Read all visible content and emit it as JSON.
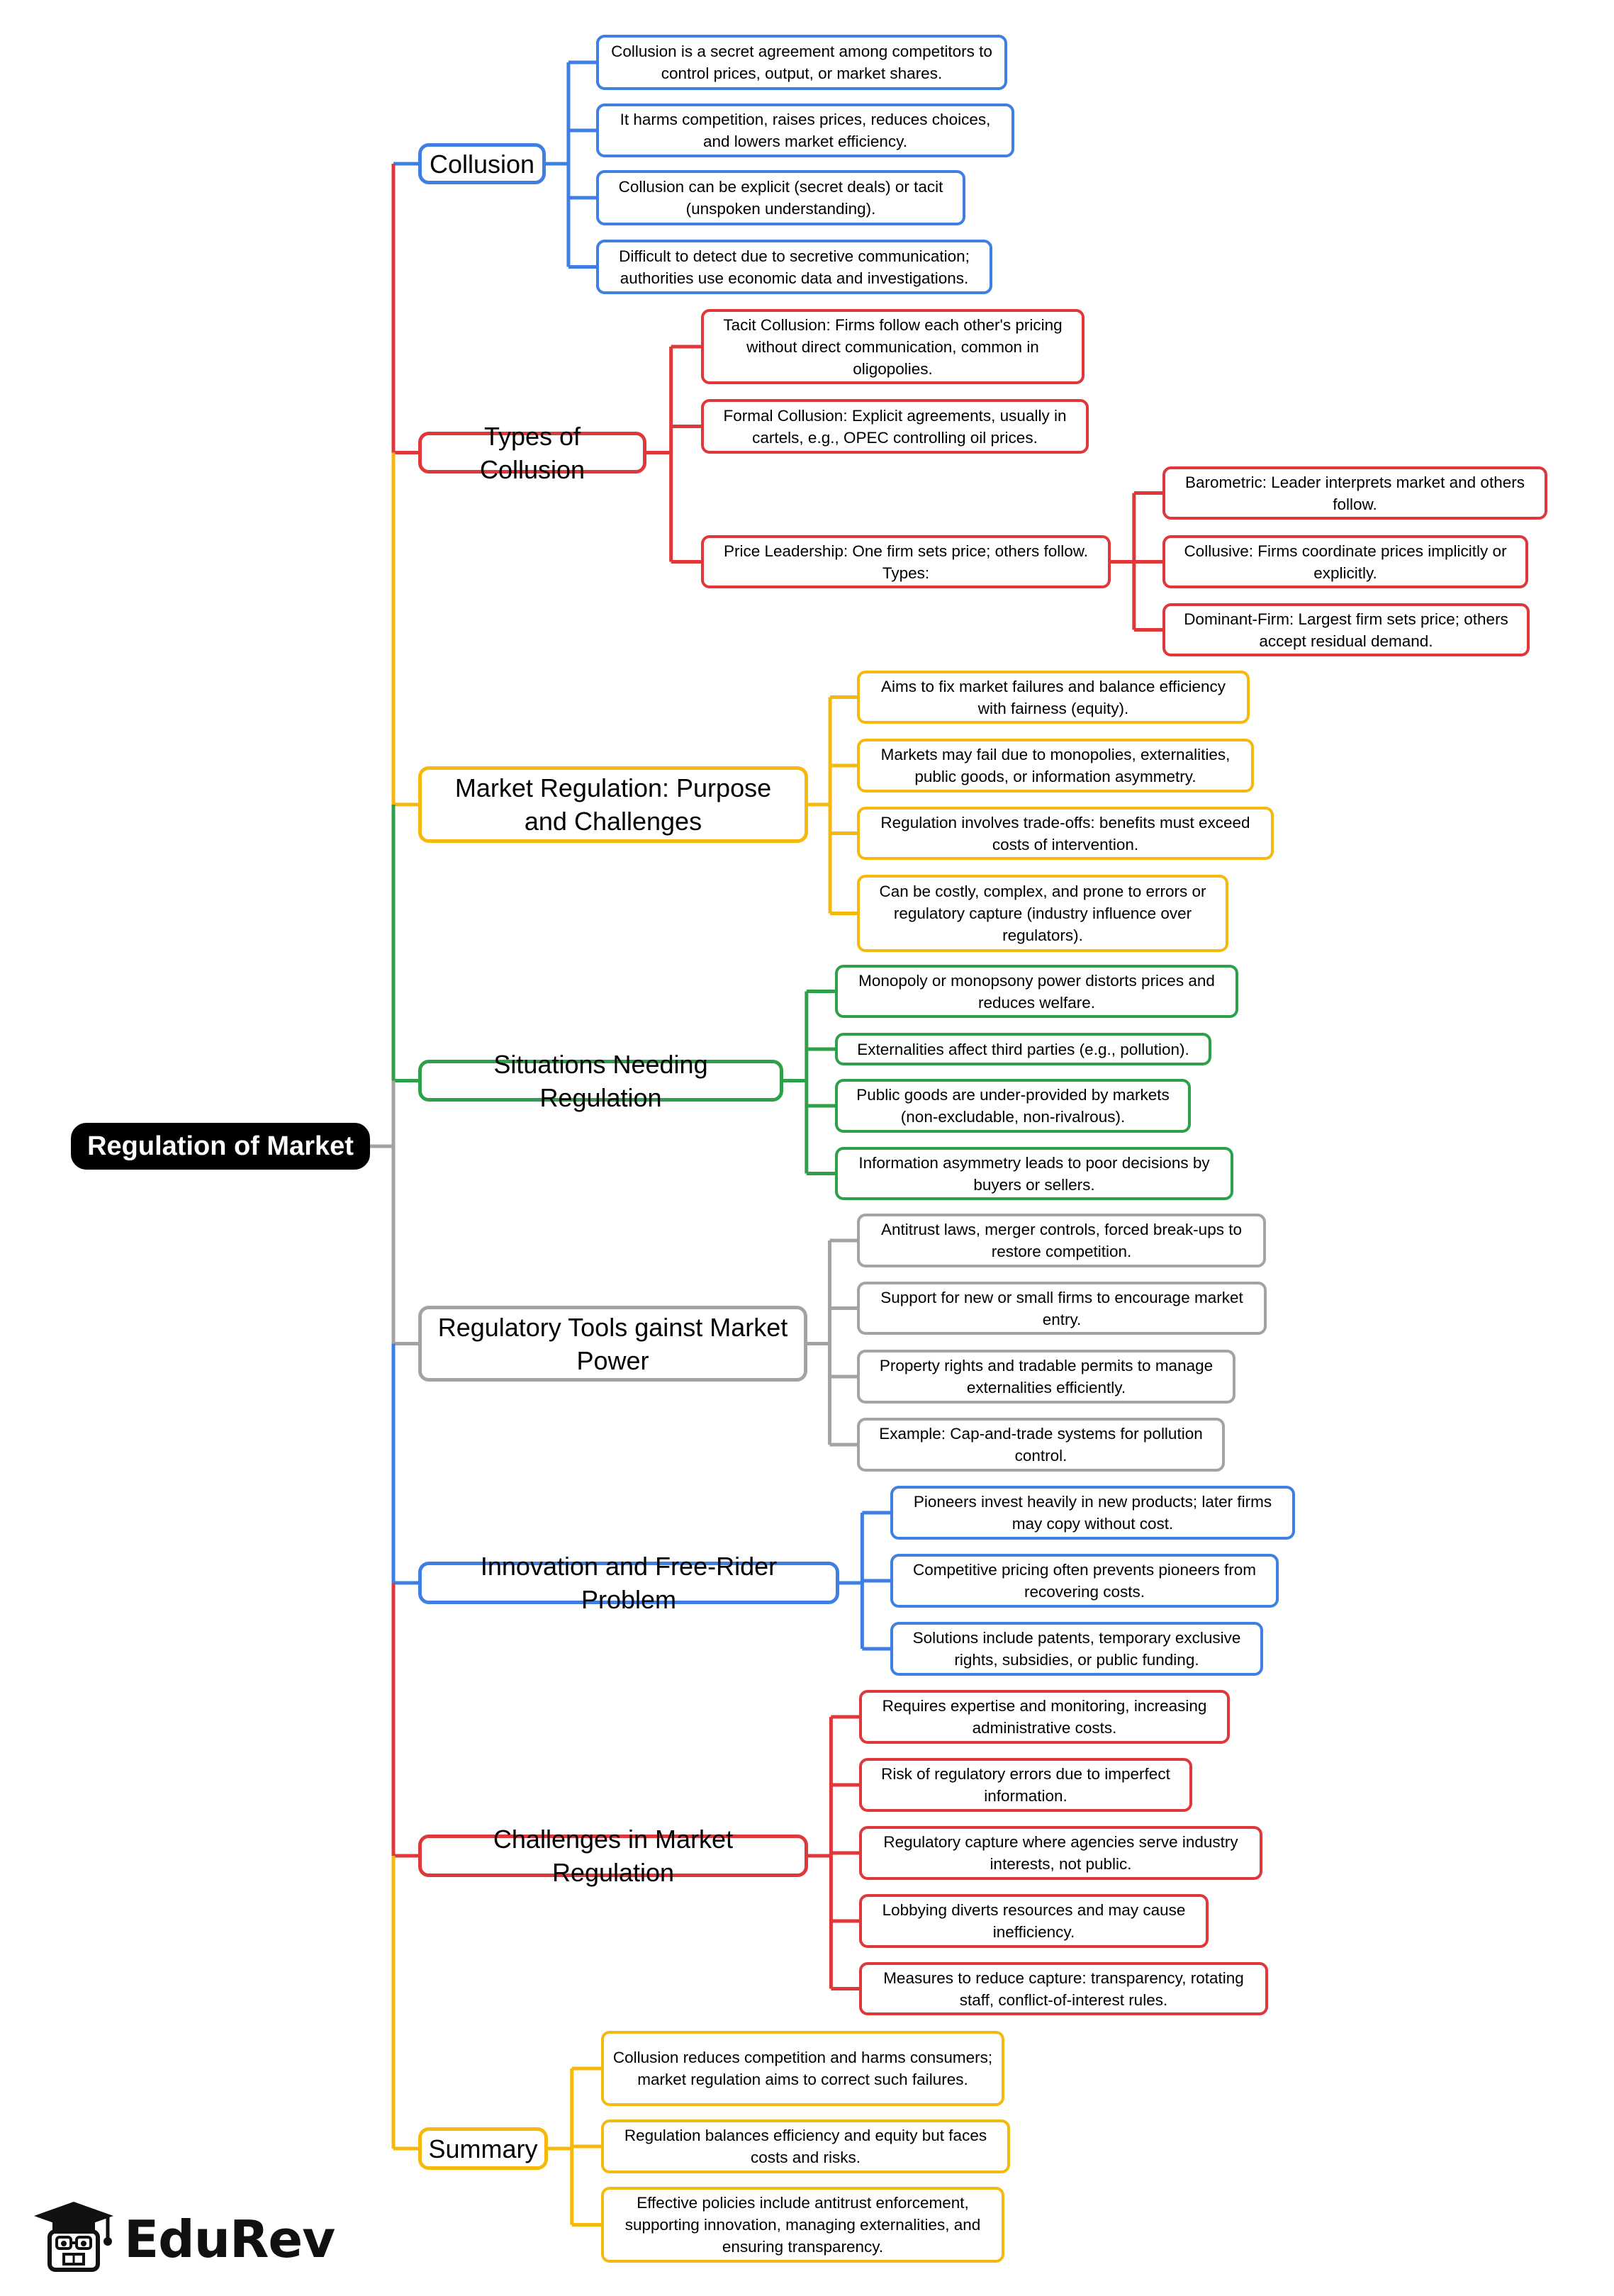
{
  "root": "Regulation of Market",
  "colors": {
    "blue": "#3f7fe4",
    "red": "#e0383a",
    "yellow": "#f5b90e",
    "green": "#2fa04a",
    "gray": "#a3a3a3",
    "root": "#000000"
  },
  "branches": [
    {
      "title": "Collusion",
      "color": "blue",
      "children": [
        {
          "text": "Collusion is a secret agreement among competitors to control prices, output, or market shares."
        },
        {
          "text": "It harms competition, raises prices, reduces choices, and lowers market efficiency."
        },
        {
          "text": "Collusion can be explicit (secret deals) or tacit (unspoken understanding)."
        },
        {
          "text": "Difficult to detect due to secretive communication; authorities use economic data and investigations."
        }
      ]
    },
    {
      "title": "Types of Collusion",
      "color": "red",
      "children": [
        {
          "text": "Tacit Collusion: Firms follow each other's pricing without direct communication, common in oligopolies."
        },
        {
          "text": "Formal Collusion: Explicit agreements, usually in cartels, e.g., OPEC controlling oil prices."
        },
        {
          "text": "Price Leadership: One firm sets price; others follow. Types:",
          "children": [
            {
              "text": "Barometric: Leader interprets market and others follow."
            },
            {
              "text": "Collusive: Firms coordinate prices implicitly or explicitly."
            },
            {
              "text": "Dominant-Firm: Largest firm sets price; others accept residual demand."
            }
          ]
        }
      ]
    },
    {
      "title": "Market Regulation: Purpose and Challenges",
      "color": "yellow",
      "children": [
        {
          "text": "Aims to fix market failures and balance efficiency with fairness (equity)."
        },
        {
          "text": "Markets may fail due to monopolies, externalities, public goods, or information asymmetry."
        },
        {
          "text": "Regulation involves trade-offs: benefits must exceed costs of intervention."
        },
        {
          "text": "Can be costly, complex, and prone to errors or regulatory capture (industry influence over regulators)."
        }
      ]
    },
    {
      "title": "Situations Needing Regulation",
      "color": "green",
      "children": [
        {
          "text": "Monopoly or monopsony power distorts prices and reduces welfare."
        },
        {
          "text": "Externalities affect third parties (e.g., pollution)."
        },
        {
          "text": "Public goods are under-provided by markets (non-excludable, non-rivalrous)."
        },
        {
          "text": "Information asymmetry leads to poor decisions by buyers or sellers."
        }
      ]
    },
    {
      "title": "Regulatory Tools gainst Market Power",
      "color": "gray",
      "children": [
        {
          "text": "Antitrust laws, merger controls, forced break-ups to restore competition."
        },
        {
          "text": "Support for new or small firms to encourage market entry."
        },
        {
          "text": "Property rights and tradable permits to manage externalities efficiently."
        },
        {
          "text": "Example: Cap-and-trade systems for pollution control."
        }
      ]
    },
    {
      "title": "Innovation and Free-Rider Problem",
      "color": "blue",
      "children": [
        {
          "text": "Pioneers invest heavily in new products; later firms may copy without cost."
        },
        {
          "text": "Competitive pricing often prevents pioneers from recovering costs."
        },
        {
          "text": "Solutions include patents, temporary exclusive rights, subsidies, or public funding."
        }
      ]
    },
    {
      "title": "Challenges in Market Regulation",
      "color": "red",
      "children": [
        {
          "text": "Requires expertise and monitoring, increasing administrative costs."
        },
        {
          "text": "Risk of regulatory errors due to imperfect information."
        },
        {
          "text": "Regulatory capture where agencies serve industry interests, not public."
        },
        {
          "text": "Lobbying diverts resources and may cause inefficiency."
        },
        {
          "text": "Measures to reduce capture: transparency, rotating staff, conflict-of-interest rules."
        }
      ]
    },
    {
      "title": "Summary",
      "color": "yellow",
      "children": [
        {
          "text": "Collusion reduces competition and harms consumers; market regulation aims to correct such failures."
        },
        {
          "text": "Regulation balances efficiency and equity but faces costs and risks."
        },
        {
          "text": "Effective policies include antitrust enforcement, supporting innovation, managing externalities, and ensuring transparency."
        }
      ]
    }
  ],
  "logo": {
    "text": "EduRev",
    "icon": "graduation-cap-mascot-icon"
  }
}
